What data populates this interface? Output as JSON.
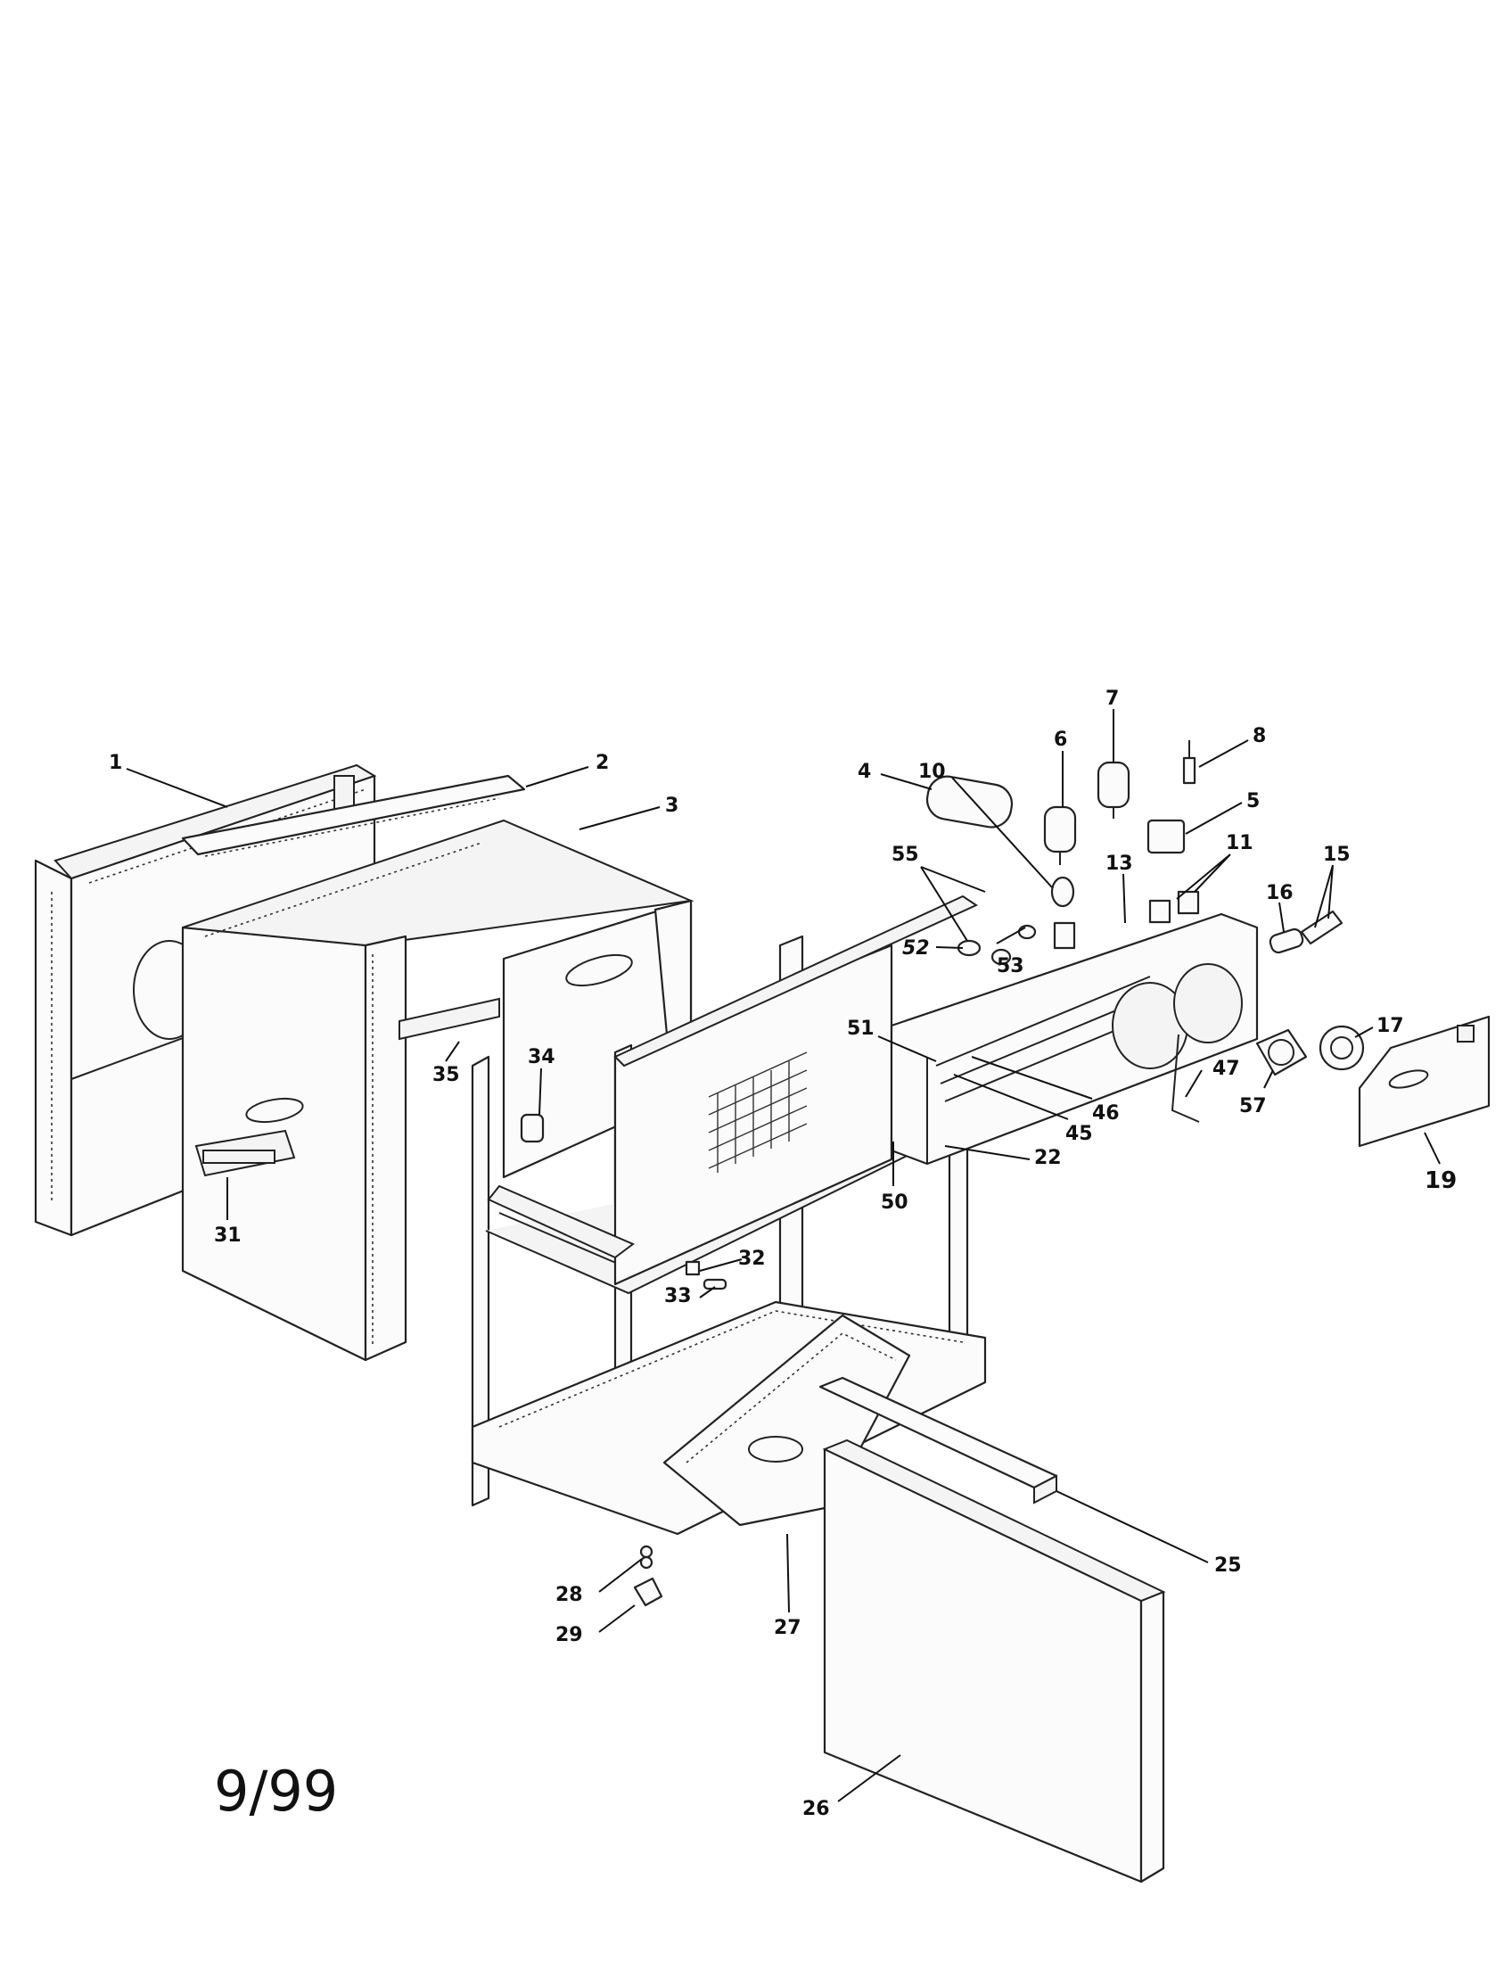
{
  "date_code": "9/99",
  "callouts": [
    {
      "id": "c1",
      "text": "1"
    },
    {
      "id": "c2",
      "text": "2"
    },
    {
      "id": "c3",
      "text": "3"
    },
    {
      "id": "c4",
      "text": "4"
    },
    {
      "id": "c5",
      "text": "5"
    },
    {
      "id": "c6",
      "text": "6"
    },
    {
      "id": "c7",
      "text": "7"
    },
    {
      "id": "c8",
      "text": "8"
    },
    {
      "id": "c10",
      "text": "10"
    },
    {
      "id": "c11",
      "text": "11"
    },
    {
      "id": "c13",
      "text": "13"
    },
    {
      "id": "c15",
      "text": "15"
    },
    {
      "id": "c16",
      "text": "16"
    },
    {
      "id": "c17",
      "text": "17"
    },
    {
      "id": "c19",
      "text": "19"
    },
    {
      "id": "c22",
      "text": "22"
    },
    {
      "id": "c25",
      "text": "25"
    },
    {
      "id": "c26",
      "text": "26"
    },
    {
      "id": "c27",
      "text": "27"
    },
    {
      "id": "c28",
      "text": "28"
    },
    {
      "id": "c29",
      "text": "29"
    },
    {
      "id": "c31",
      "text": "31"
    },
    {
      "id": "c32",
      "text": "32"
    },
    {
      "id": "c33",
      "text": "33"
    },
    {
      "id": "c34",
      "text": "34"
    },
    {
      "id": "c35",
      "text": "35"
    },
    {
      "id": "c45",
      "text": "45"
    },
    {
      "id": "c46",
      "text": "46"
    },
    {
      "id": "c47",
      "text": "47"
    },
    {
      "id": "c50",
      "text": "50"
    },
    {
      "id": "c51",
      "text": "51"
    },
    {
      "id": "c52",
      "text": "52"
    },
    {
      "id": "c53",
      "text": "53"
    },
    {
      "id": "c55",
      "text": "55"
    },
    {
      "id": "c57",
      "text": "57"
    }
  ]
}
